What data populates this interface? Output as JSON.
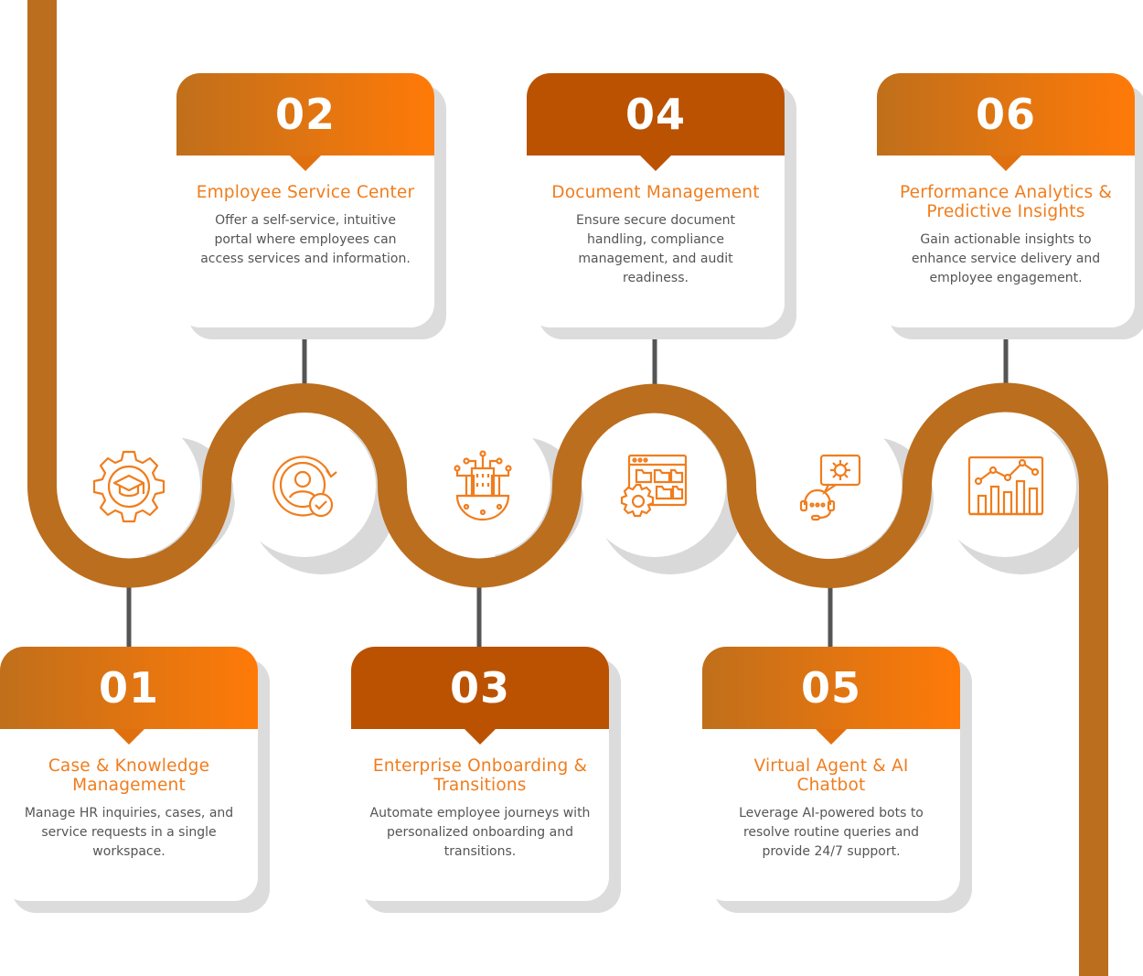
{
  "steps": [
    {
      "number": "01",
      "title": "Case & Knowledge Management",
      "description": "Manage HR inquiries, cases, and service requests in a single workspace.",
      "icon": "gear-graduation-cap-icon"
    },
    {
      "number": "02",
      "title": "Employee Service Center",
      "description": "Offer a self-service, intuitive portal where employees can access services and information.",
      "icon": "user-target-check-icon"
    },
    {
      "number": "03",
      "title": "Enterprise Onboarding & Transitions",
      "description": "Automate employee journeys with personalized onboarding and transitions.",
      "icon": "building-network-icon"
    },
    {
      "number": "04",
      "title": "Document Management",
      "description": "Ensure secure document handling, compliance management, and audit readiness.",
      "icon": "document-folders-gear-icon"
    },
    {
      "number": "05",
      "title": "Virtual Agent & AI Chatbot",
      "description": "Leverage AI-powered bots to resolve routine queries and provide 24/7 support.",
      "icon": "headset-agent-gear-icon"
    },
    {
      "number": "06",
      "title": "Performance Analytics & Predictive Insights",
      "description": "Gain actionable insights to enhance service delivery and employee engagement.",
      "icon": "bar-line-chart-icon"
    }
  ],
  "colors": {
    "path": "#bb6e1e",
    "accent": "#f07d1d",
    "header_dark": "#bb5202",
    "header_gradient_start": "#c06f1b",
    "header_gradient_end": "#ff7a08",
    "connector": "#555555"
  }
}
